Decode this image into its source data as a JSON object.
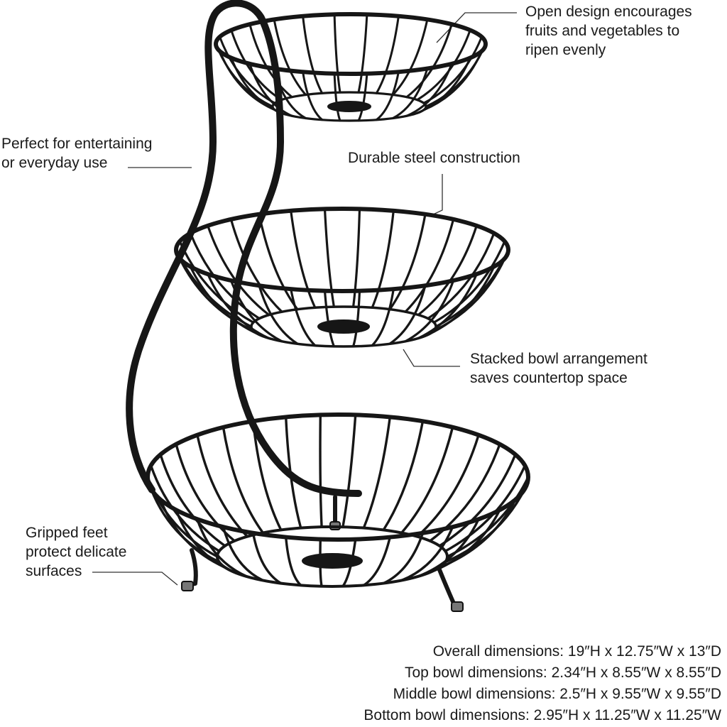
{
  "callouts": {
    "open_design": [
      "Open design encourages",
      "fruits and vegetables to",
      "ripen evenly"
    ],
    "entertaining": [
      "Perfect for entertaining",
      "or everyday use"
    ],
    "steel": [
      "Durable steel construction"
    ],
    "stacked": [
      "Stacked bowl arrangement",
      "saves countertop space"
    ],
    "feet": [
      "Gripped feet",
      "protect delicate",
      "surfaces"
    ]
  },
  "dimensions": [
    "Overall dimensions: 19″H  x 12.75″W x 13″D",
    "Top bowl dimensions: 2.34″H x 8.55″W x 8.55″D",
    "Middle bowl dimensions: 2.5″H x 9.55″W x 9.55″D",
    "Bottom bowl dimensions: 2.95″H x 11.25″W x 11.25″W"
  ],
  "colors": {
    "wire": "#161616",
    "leader_line": "#333333",
    "foot_cap": "#777777",
    "text": "#1a1a1a",
    "background": "#ffffff"
  }
}
